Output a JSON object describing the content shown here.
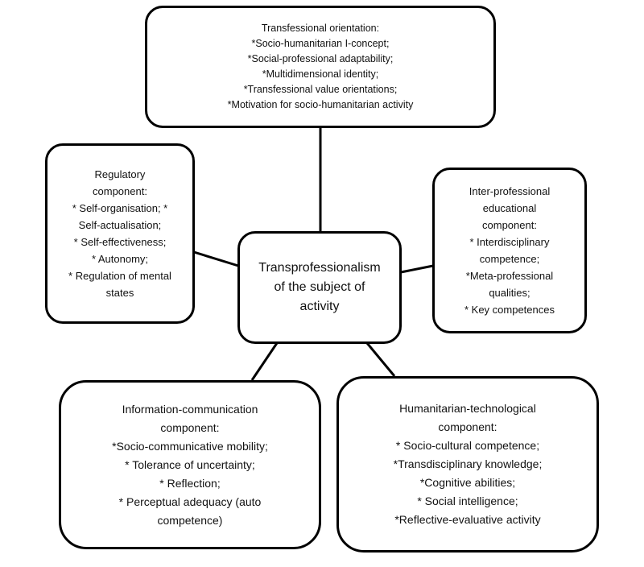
{
  "diagram": {
    "center": {
      "lines": [
        "Transprofessionalism",
        "of the subject of",
        "activity"
      ]
    },
    "top": {
      "lines": [
        "Transfessional orientation:",
        "*Socio-humanitarian I-concept;",
        "*Social-professional adaptability;",
        "*Multidimensional identity;",
        "*Transfessional value orientations;",
        "*Motivation for socio-humanitarian activity"
      ]
    },
    "left": {
      "lines": [
        "Regulatory",
        "component:",
        "* Self-organisation; *",
        "Self-actualisation;",
        "* Self-effectiveness;",
        "* Autonomy;",
        "* Regulation of mental",
        "states"
      ]
    },
    "right": {
      "lines": [
        "Inter-professional",
        "educational",
        "component:",
        "* Interdisciplinary",
        "competence;",
        "*Meta-professional",
        "qualities;",
        "* Key competences"
      ]
    },
    "bottom_left": {
      "lines": [
        "Information-communication",
        "component:",
        "*Socio-communicative mobility;",
        "* Tolerance of uncertainty;",
        "* Reflection;",
        "* Perceptual adequacy (auto",
        "competence)"
      ]
    },
    "bottom_right": {
      "lines": [
        "Humanitarian-technological",
        "component:",
        "* Socio-cultural competence;",
        "*Transdisciplinary knowledge;",
        "*Cognitive abilities;",
        "* Social intelligence;",
        "*Reflective-evaluative activity"
      ]
    }
  }
}
